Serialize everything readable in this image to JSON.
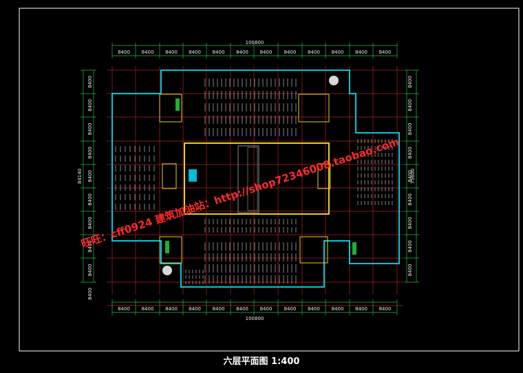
{
  "drawing": {
    "title": "六层平面图 1:400",
    "overall_dimension_top": "100800",
    "overall_dimension_bottom": "100800",
    "overall_dimension_left": "84140",
    "overall_dimension_right": "75600",
    "bay_top": [
      "8400",
      "8400",
      "8400",
      "8400",
      "8400",
      "8400",
      "8400",
      "8400",
      "8400",
      "8400",
      "8400",
      "8400"
    ],
    "bay_bottom": [
      "8400",
      "8400",
      "8400",
      "8400",
      "8400",
      "8400",
      "8400",
      "8400",
      "8400",
      "8400",
      "8400",
      "8400"
    ],
    "bay_left": [
      "8400",
      "8400",
      "8400",
      "8400",
      "8400",
      "8400",
      "8400",
      "8400",
      "8400",
      "8400"
    ],
    "bay_right": [
      "8400",
      "8400",
      "8400",
      "8400",
      "8400",
      "8400",
      "8400",
      "8400",
      "8400"
    ],
    "watermark_line1": "旺旺：cff0924  建筑加油站：http://shop72346008.taobao.com",
    "colors": {
      "background": "#000000",
      "frame": "#ffffff",
      "grid": "#b02020",
      "wall": "#00c8d8",
      "yellow": "#e8d020",
      "furniture": "#e0e0e0",
      "watermark": "#ff2a2a"
    }
  }
}
